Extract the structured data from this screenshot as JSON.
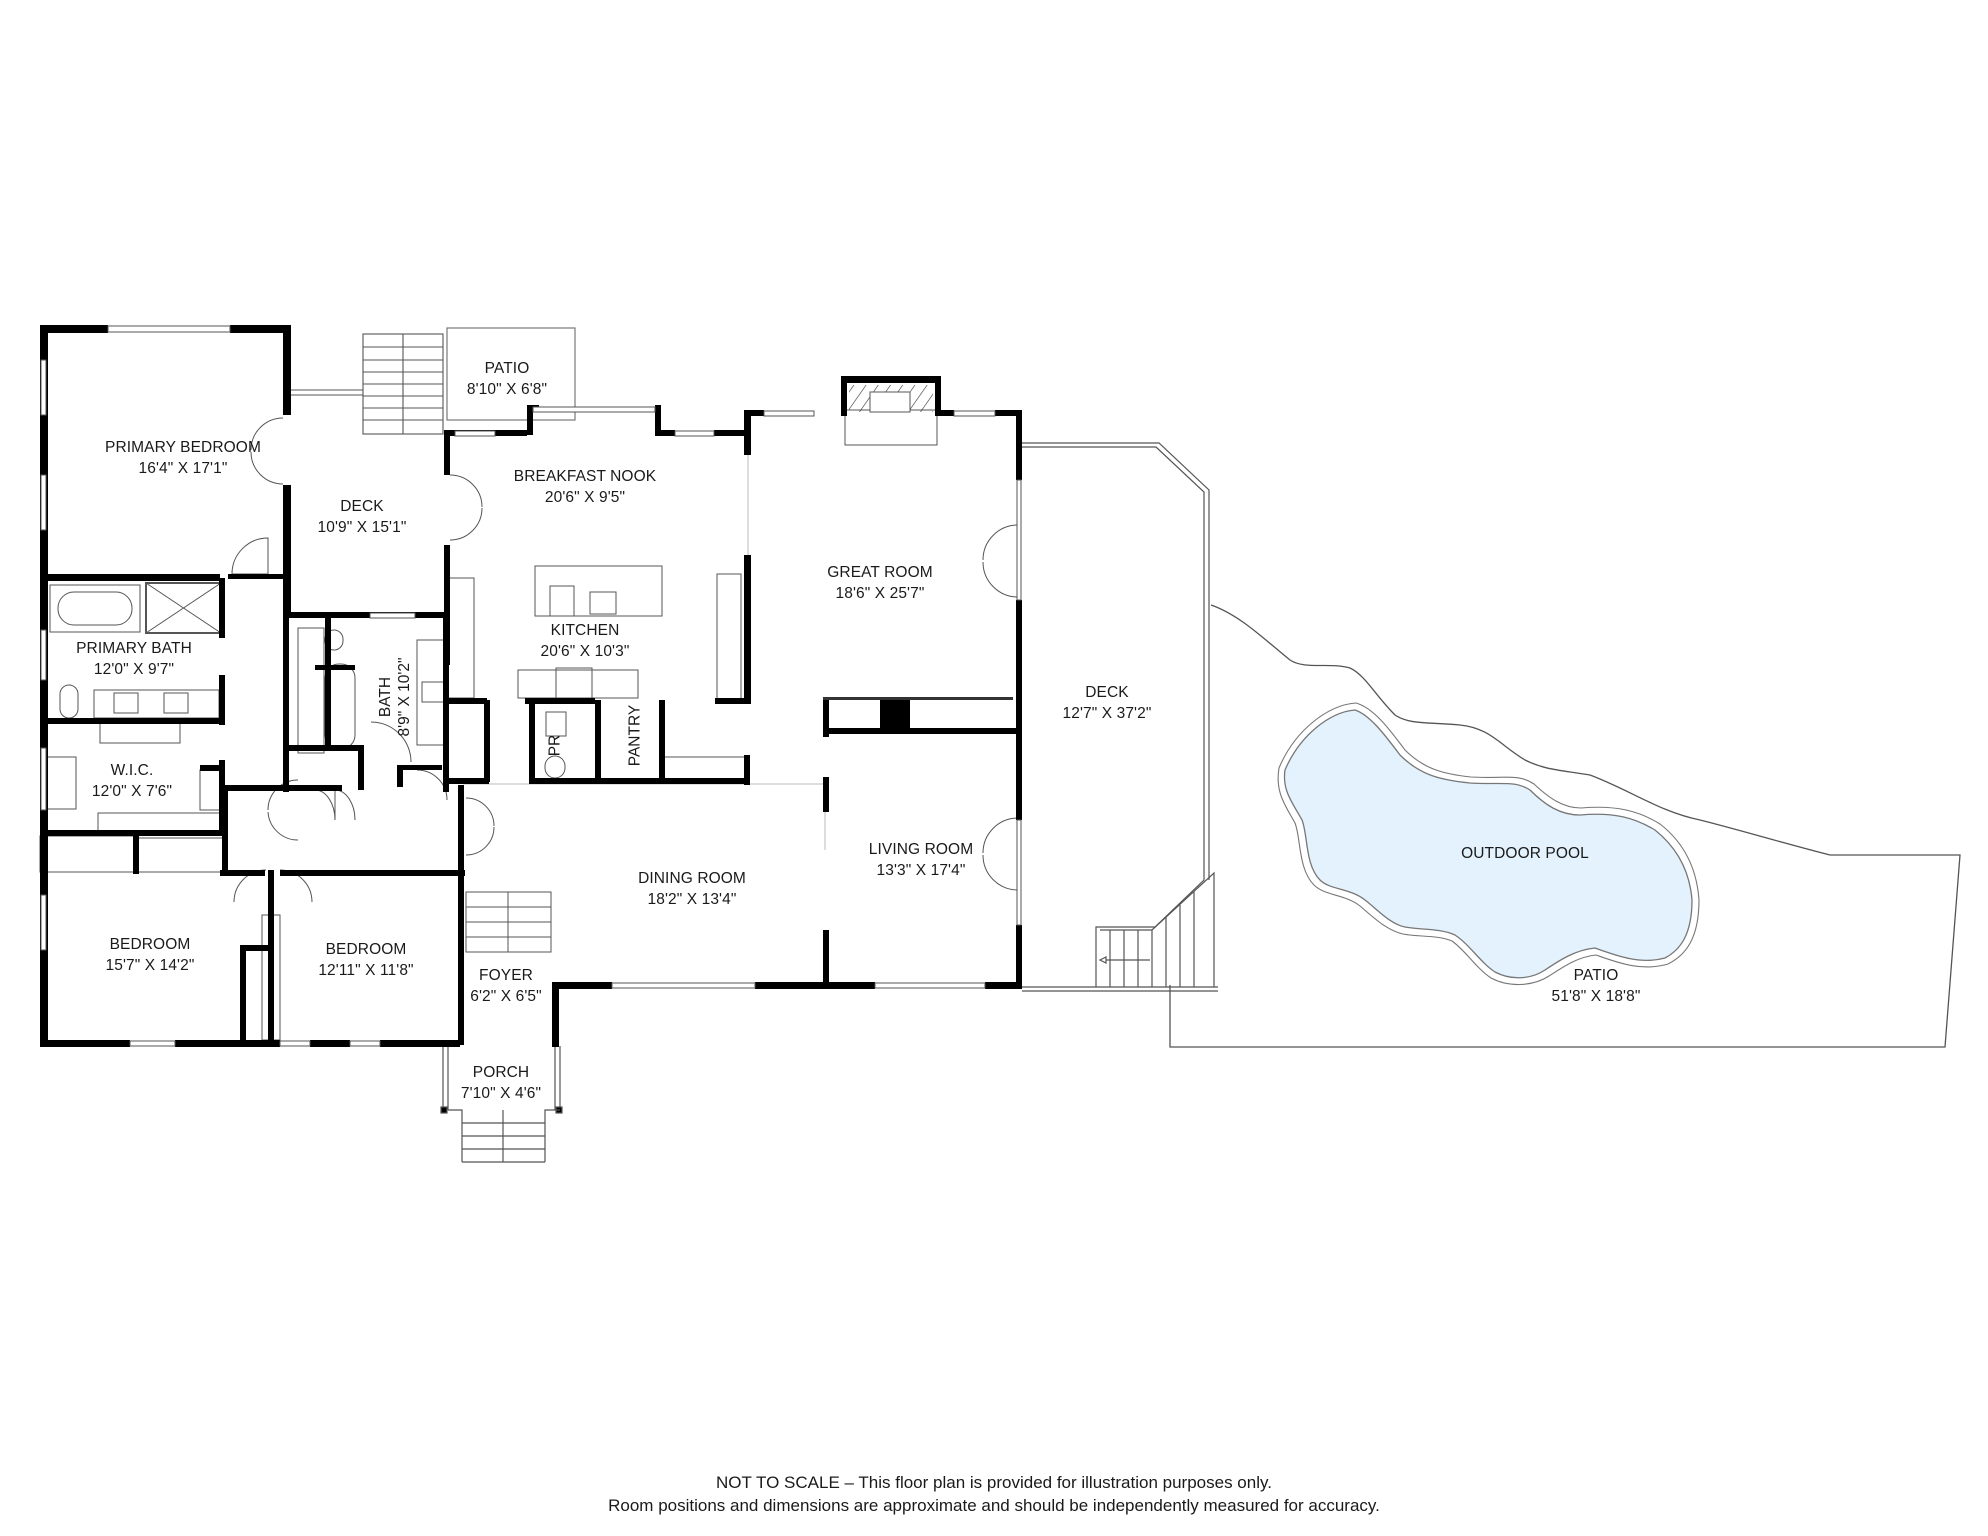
{
  "plan": {
    "title": "Floor Plan",
    "colors": {
      "wall": "#000000",
      "line": "#333333",
      "pool_fill": "#e3f2fd",
      "background": "#ffffff"
    },
    "rooms": [
      {
        "id": "primary-bedroom",
        "name": "PRIMARY BEDROOM",
        "dims": "16'4\" X 17'1\""
      },
      {
        "id": "deck-small",
        "name": "DECK",
        "dims": "10'9\" X 15'1\""
      },
      {
        "id": "patio-small",
        "name": "PATIO",
        "dims": "8'10\" X 6'8\""
      },
      {
        "id": "breakfast-nook",
        "name": "BREAKFAST NOOK",
        "dims": "20'6\" X 9'5\""
      },
      {
        "id": "great-room",
        "name": "GREAT ROOM",
        "dims": "18'6\" X 25'7\""
      },
      {
        "id": "primary-bath",
        "name": "PRIMARY BATH",
        "dims": "12'0\" X 9'7\""
      },
      {
        "id": "kitchen",
        "name": "KITCHEN",
        "dims": "20'6\" X 10'3\""
      },
      {
        "id": "bath",
        "name": "BATH",
        "dims": "8'9\" X 10'2\""
      },
      {
        "id": "pr",
        "name": "PR",
        "dims": ""
      },
      {
        "id": "pantry",
        "name": "PANTRY",
        "dims": ""
      },
      {
        "id": "deck-large",
        "name": "DECK",
        "dims": "12'7\" X 37'2\""
      },
      {
        "id": "wic",
        "name": "W.I.C.",
        "dims": "12'0\" X 7'6\""
      },
      {
        "id": "outdoor-pool",
        "name": "OUTDOOR POOL",
        "dims": ""
      },
      {
        "id": "living-room",
        "name": "LIVING ROOM",
        "dims": "13'3\" X 17'4\""
      },
      {
        "id": "dining-room",
        "name": "DINING ROOM",
        "dims": "18'2\" X 13'4\""
      },
      {
        "id": "bedroom-1",
        "name": "BEDROOM",
        "dims": "15'7\" X 14'2\""
      },
      {
        "id": "bedroom-2",
        "name": "BEDROOM",
        "dims": "12'11\" X 11'8\""
      },
      {
        "id": "foyer",
        "name": "FOYER",
        "dims": "6'2\" X 6'5\""
      },
      {
        "id": "patio-large",
        "name": "PATIO",
        "dims": "51'8\" X 18'8\""
      },
      {
        "id": "porch",
        "name": "PORCH",
        "dims": "7'10\" X 4'6\""
      }
    ]
  },
  "footer": {
    "line1": "NOT TO SCALE – This floor plan is provided for illustration purposes only.",
    "line2": "Room positions and dimensions are approximate and should be independently measured for accuracy."
  }
}
